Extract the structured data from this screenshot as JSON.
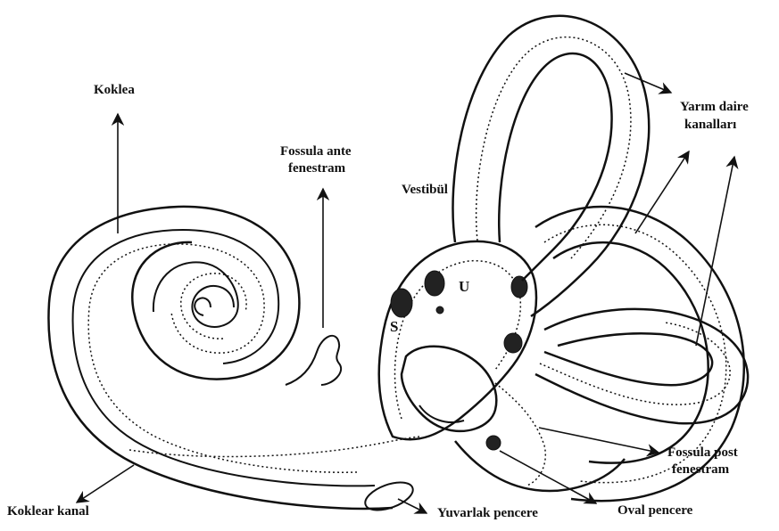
{
  "labels": {
    "koklea": "Koklea",
    "fossula_ante_1": "Fossula ante",
    "fossula_ante_2": "fenestram",
    "vestibul": "Vestibül",
    "yarim_1": "Yarım daire",
    "yarim_2": "kanalları",
    "u": "U",
    "s": "S",
    "fossula_post_1": "Fossula post",
    "fossula_post_2": "fenestram",
    "koklear_kanal": "Koklear kanal",
    "yuvarlak": "Yuvarlak pencere",
    "oval": "Oval pencere"
  },
  "colors": {
    "ink": "#111111",
    "background": "#ffffff"
  }
}
